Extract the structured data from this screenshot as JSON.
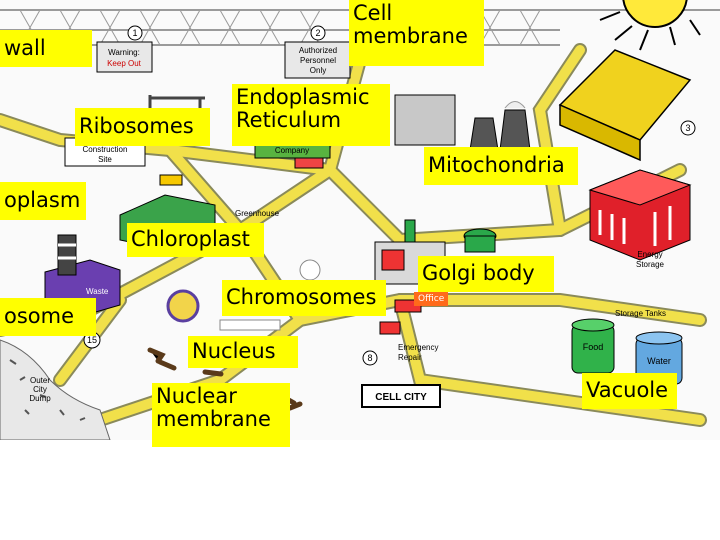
{
  "labels": {
    "cell_wall": "wall",
    "cell_membrane_line1": "Cell",
    "cell_membrane_line2": "membrane",
    "endoplasmic_line1": "Endoplasmic",
    "endoplasmic_line2": "Reticulum",
    "ribosomes": "Ribosomes",
    "mitochondria": "Mitochondria",
    "cytoplasm": "oplasm",
    "chloroplast": "Chloroplast",
    "golgi_body": "Golgi body",
    "office": "Office",
    "lysosome": "osome",
    "chromosomes": "Chromosomes",
    "nucleus": "Nucleus",
    "nuclear_line1": "Nuclear",
    "nuclear_line2": "membrane",
    "vacuole": "Vacuole"
  },
  "signs": {
    "warning_line1": "Warning:",
    "warning_line2": "Keep Out",
    "authorized_line1": "Authorized",
    "authorized_line2": "Personnel",
    "authorized_line3": "Only",
    "construction_line1": "Construction",
    "construction_line2": "Site",
    "company": "Company",
    "greenhouse": "Greenhouse",
    "energy_line1": "Energy",
    "energy_line2": "Storage",
    "storage_tanks": "Storage Tanks",
    "food": "Food",
    "water": "Water",
    "emergency_line1": "Emergency",
    "emergency_line2": "Repair",
    "cell_city": "CELL CITY",
    "outer_line1": "Outer",
    "outer_line2": "City",
    "outer_line3": "Dump",
    "waste": "Waste",
    "numbers": [
      "1",
      "2",
      "3",
      "8",
      "15"
    ]
  },
  "colors": {
    "label_bg": "#ffff00",
    "road": "#f1e04a",
    "road_edge": "#8a8a5a",
    "fence": "#9a9a9a",
    "sun": "#ffe93a",
    "office_bg": "#ff6a1a"
  }
}
